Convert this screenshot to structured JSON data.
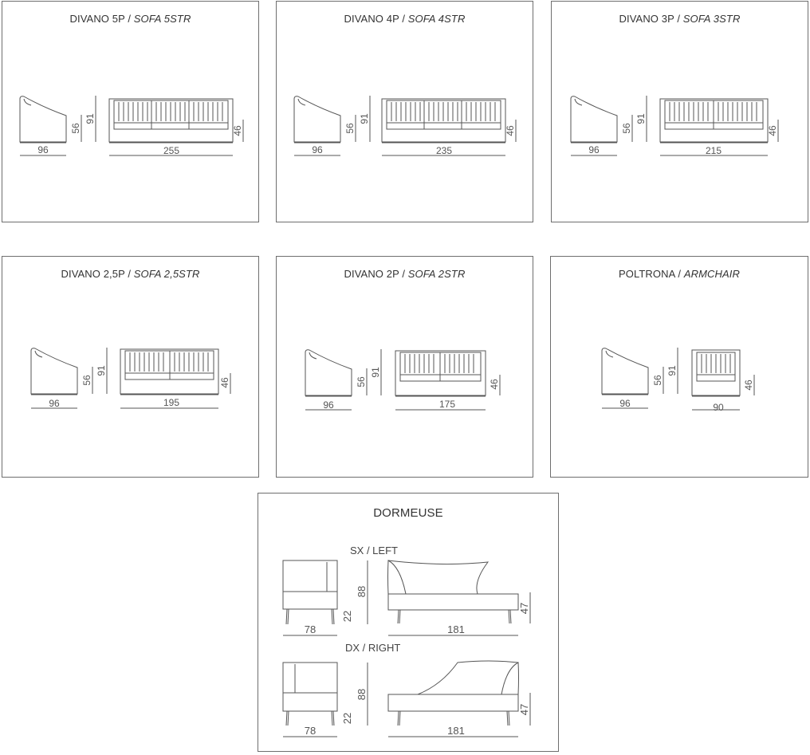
{
  "panels": [
    {
      "title": "DIVANO 5P / ",
      "title_en": "SOFA 5STR",
      "depth": "96",
      "seat_h": "56",
      "total_h": "91",
      "arm_h": "46",
      "width": "255"
    },
    {
      "title": "DIVANO 4P / ",
      "title_en": "SOFA 4STR",
      "depth": "96",
      "seat_h": "56",
      "total_h": "91",
      "arm_h": "46",
      "width": "235"
    },
    {
      "title": "DIVANO 3P / ",
      "title_en": "SOFA 3STR",
      "depth": "96",
      "seat_h": "56",
      "total_h": "91",
      "arm_h": "46",
      "width": "215"
    },
    {
      "title": "DIVANO 2,5P / ",
      "title_en": "SOFA 2,5STR",
      "depth": "96",
      "seat_h": "56",
      "total_h": "91",
      "arm_h": "46",
      "width": "195"
    },
    {
      "title": "DIVANO 2P / ",
      "title_en": "SOFA 2STR",
      "depth": "96",
      "seat_h": "56",
      "total_h": "91",
      "arm_h": "46",
      "width": "175"
    },
    {
      "title": "POLTRONA / ",
      "title_en": "ARMCHAIR",
      "depth": "96",
      "seat_h": "56",
      "total_h": "91",
      "arm_h": "46",
      "width": "90"
    }
  ],
  "dormeuse": {
    "title": "DORMEUSE",
    "left_label": "SX / LEFT",
    "right_label": "DX / RIGHT",
    "depth": "78",
    "height": "88",
    "leg_h": "22",
    "seat_h": "47",
    "length": "181"
  },
  "colors": {
    "line": "#555555",
    "border": "#6e6e6e",
    "text": "#333333"
  }
}
